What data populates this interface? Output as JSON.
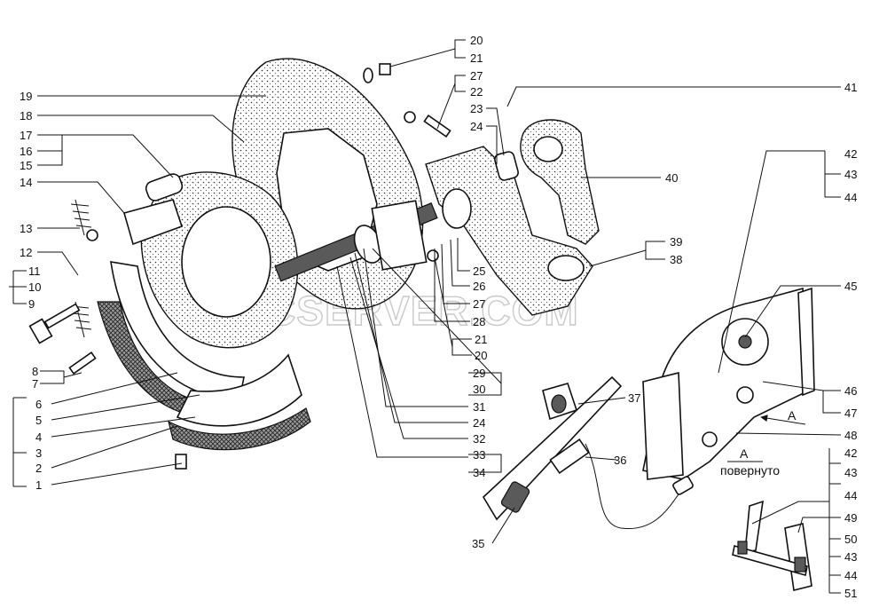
{
  "watermark": "SPECSERVER.COM",
  "view_label": {
    "letter": "А",
    "caption": "повернуто",
    "arrow_letter": "А"
  },
  "callouts": {
    "n20a": "20",
    "n21a": "21",
    "n27a": "27",
    "n22": "22",
    "n23": "23",
    "n24a": "24",
    "n41": "41",
    "n40": "40",
    "n39": "39",
    "n38": "38",
    "n42a": "42",
    "n43a": "43",
    "n44a": "44",
    "n45": "45",
    "n46": "46",
    "n47": "47",
    "n48": "48",
    "n19": "19",
    "n18": "18",
    "n17": "17",
    "n16": "16",
    "n15": "15",
    "n14": "14",
    "n13": "13",
    "n12": "12",
    "n11": "11",
    "n10": "10",
    "n9": "9",
    "n8": "8",
    "n7": "7",
    "n6": "6",
    "n5": "5",
    "n4": "4",
    "n3": "3",
    "n2": "2",
    "n1": "1",
    "n25": "25",
    "n26": "26",
    "n27b": "27",
    "n28": "28",
    "n21b": "21",
    "n20b": "20",
    "n29": "29",
    "n30": "30",
    "n31": "31",
    "n24b": "24",
    "n32": "32",
    "n33": "33",
    "n34": "34",
    "n37": "37",
    "n36": "36",
    "n35": "35",
    "n42b": "42",
    "n43b": "43",
    "n44b": "44",
    "n49": "49",
    "n50": "50",
    "n43c": "43",
    "n44c": "44",
    "n51": "51"
  }
}
